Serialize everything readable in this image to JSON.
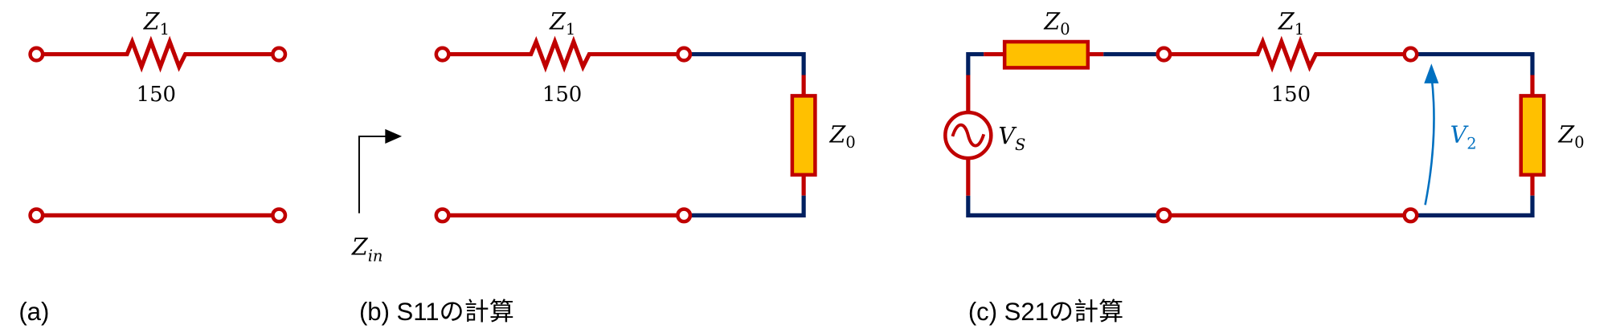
{
  "colors": {
    "wire_red": "#c00000",
    "wire_blue": "#002060",
    "impedance_fill": "#ffc000",
    "voltage_arrow": "#0070c0"
  },
  "panel_a": {
    "resistor_label": "Z",
    "resistor_sub": "1",
    "resistor_value": "150",
    "caption": "(a)"
  },
  "panel_b": {
    "resistor_label": "Z",
    "resistor_sub": "1",
    "resistor_value": "150",
    "load_label": "Z",
    "load_sub": "0",
    "zin_label": "Z",
    "zin_sub": "in",
    "caption": "(b)  S11の計算"
  },
  "panel_c": {
    "source_imp_label": "Z",
    "source_imp_sub": "0",
    "resistor_label": "Z",
    "resistor_sub": "1",
    "resistor_value": "150",
    "source_label": "V",
    "source_sub": "S",
    "v2_label": "V",
    "v2_sub": "2",
    "load_label": "Z",
    "load_sub": "0",
    "caption": "(c)  S21の計算"
  }
}
